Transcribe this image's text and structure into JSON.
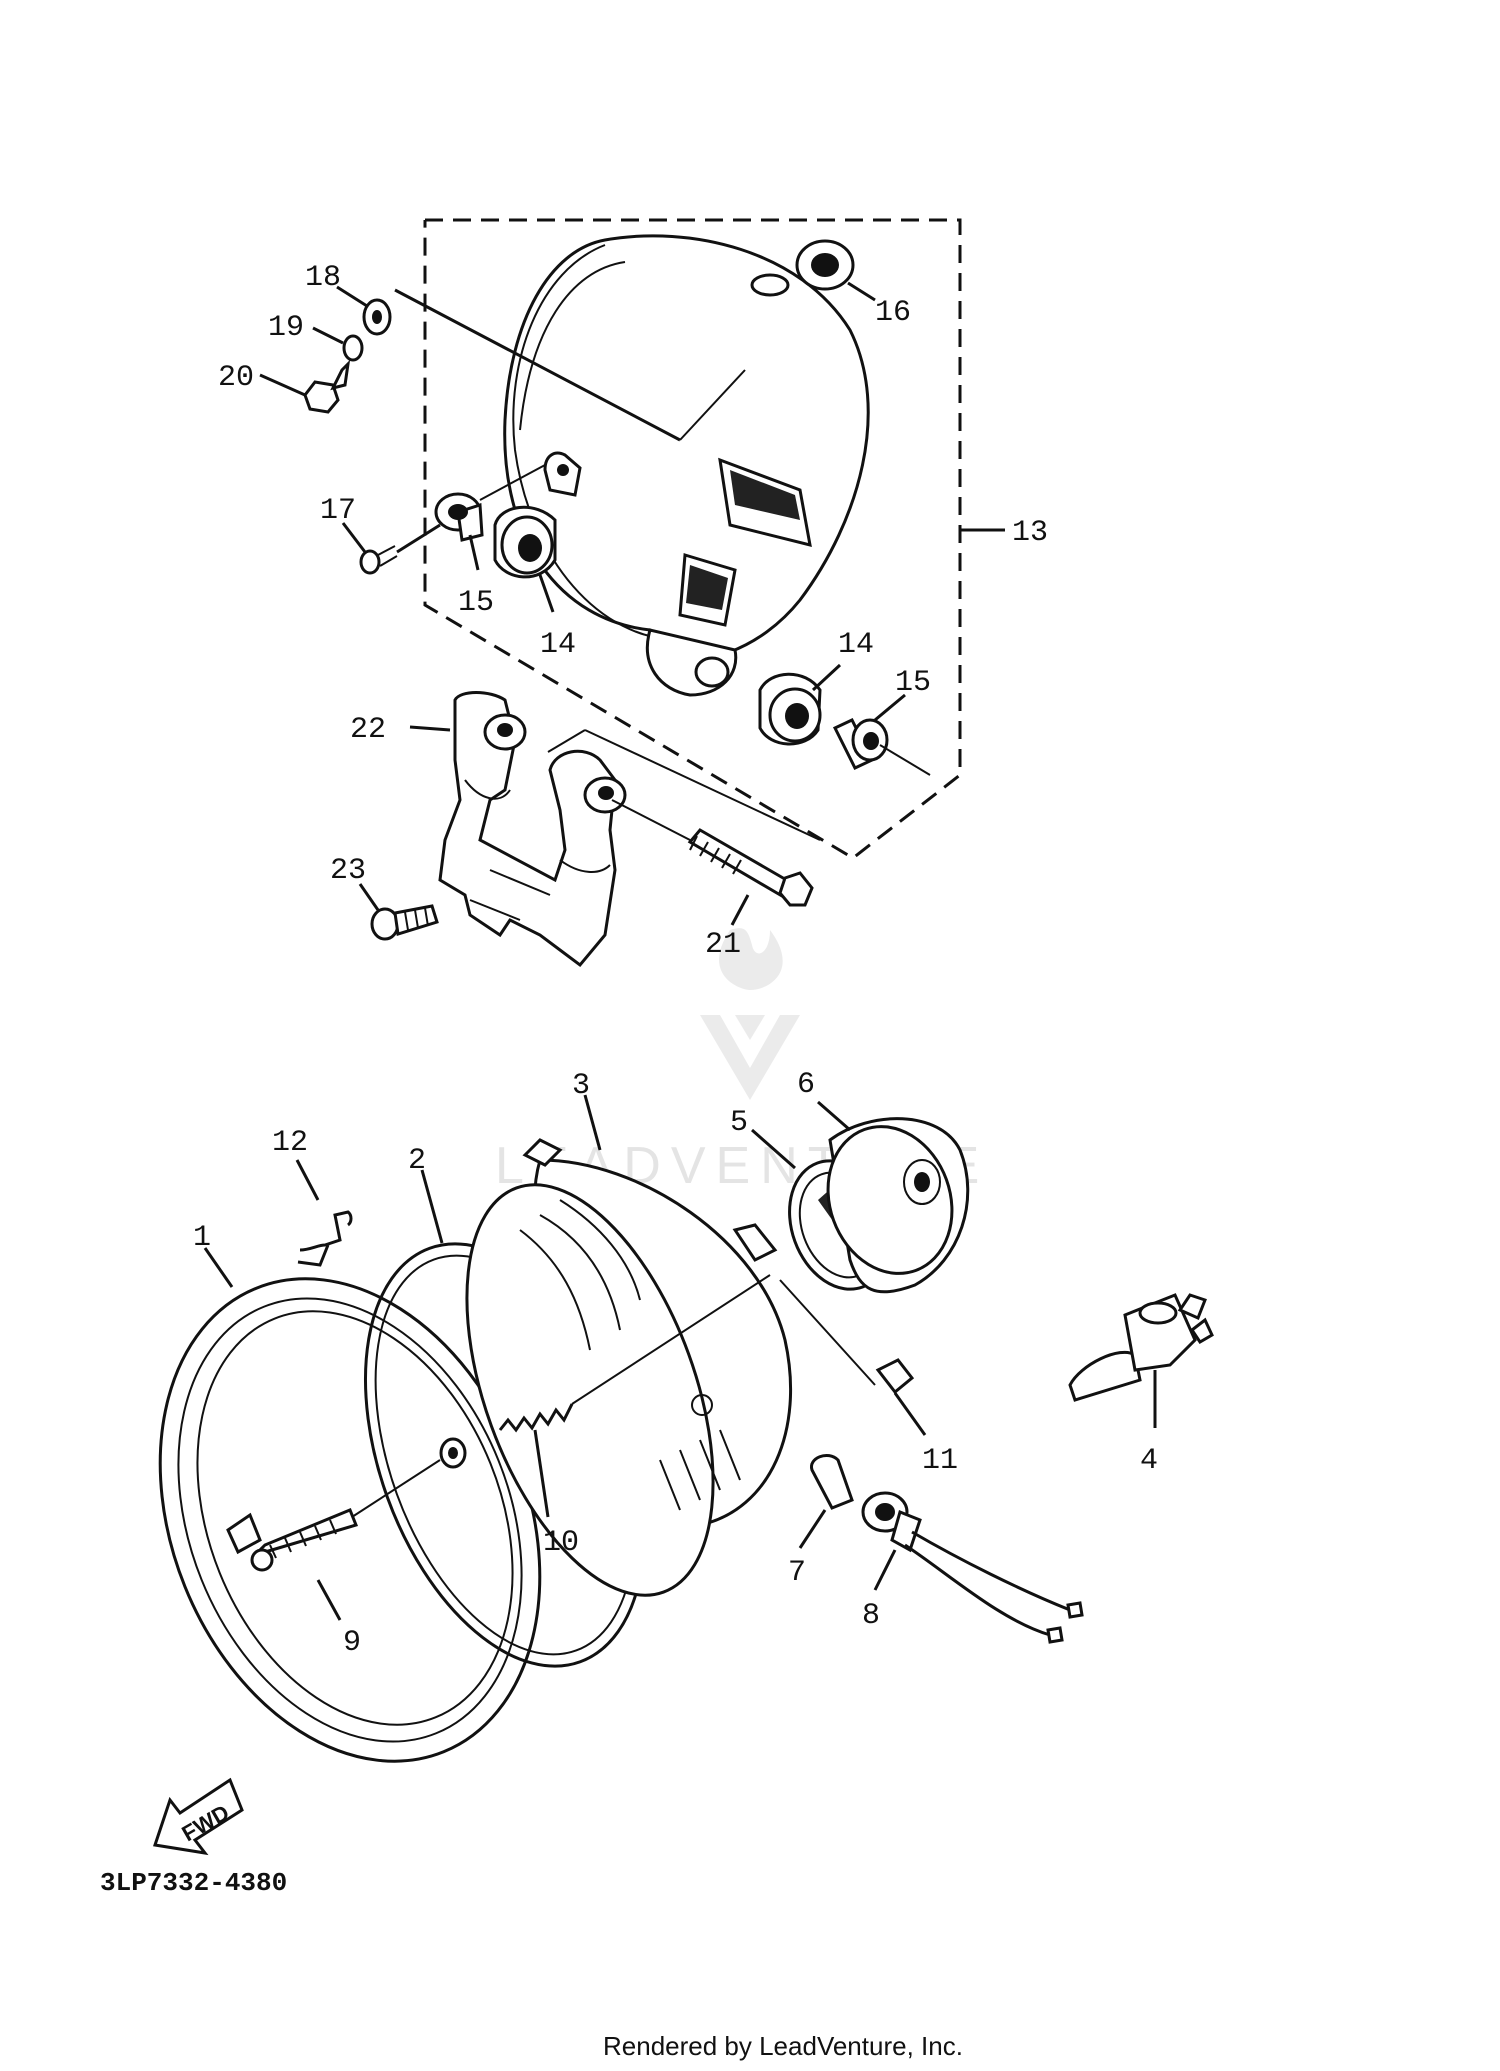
{
  "diagram": {
    "part_code": "3LP7332-4380",
    "credit": "Rendered by LeadVenture, Inc.",
    "watermark": "LEADVENTURE",
    "fwd_label": "FWD",
    "callouts": [
      {
        "id": "1",
        "label": "1"
      },
      {
        "id": "2",
        "label": "2"
      },
      {
        "id": "3",
        "label": "3"
      },
      {
        "id": "4",
        "label": "4"
      },
      {
        "id": "5",
        "label": "5"
      },
      {
        "id": "6",
        "label": "6"
      },
      {
        "id": "7",
        "label": "7"
      },
      {
        "id": "8",
        "label": "8"
      },
      {
        "id": "9",
        "label": "9"
      },
      {
        "id": "10",
        "label": "10"
      },
      {
        "id": "11",
        "label": "11"
      },
      {
        "id": "12",
        "label": "12"
      },
      {
        "id": "13",
        "label": "13"
      },
      {
        "id": "14a",
        "label": "14"
      },
      {
        "id": "14b",
        "label": "14"
      },
      {
        "id": "15a",
        "label": "15"
      },
      {
        "id": "15b",
        "label": "15"
      },
      {
        "id": "16",
        "label": "16"
      },
      {
        "id": "17",
        "label": "17"
      },
      {
        "id": "18",
        "label": "18"
      },
      {
        "id": "19",
        "label": "19"
      },
      {
        "id": "20",
        "label": "20"
      },
      {
        "id": "21",
        "label": "21"
      },
      {
        "id": "22",
        "label": "22"
      },
      {
        "id": "23",
        "label": "23"
      }
    ]
  }
}
